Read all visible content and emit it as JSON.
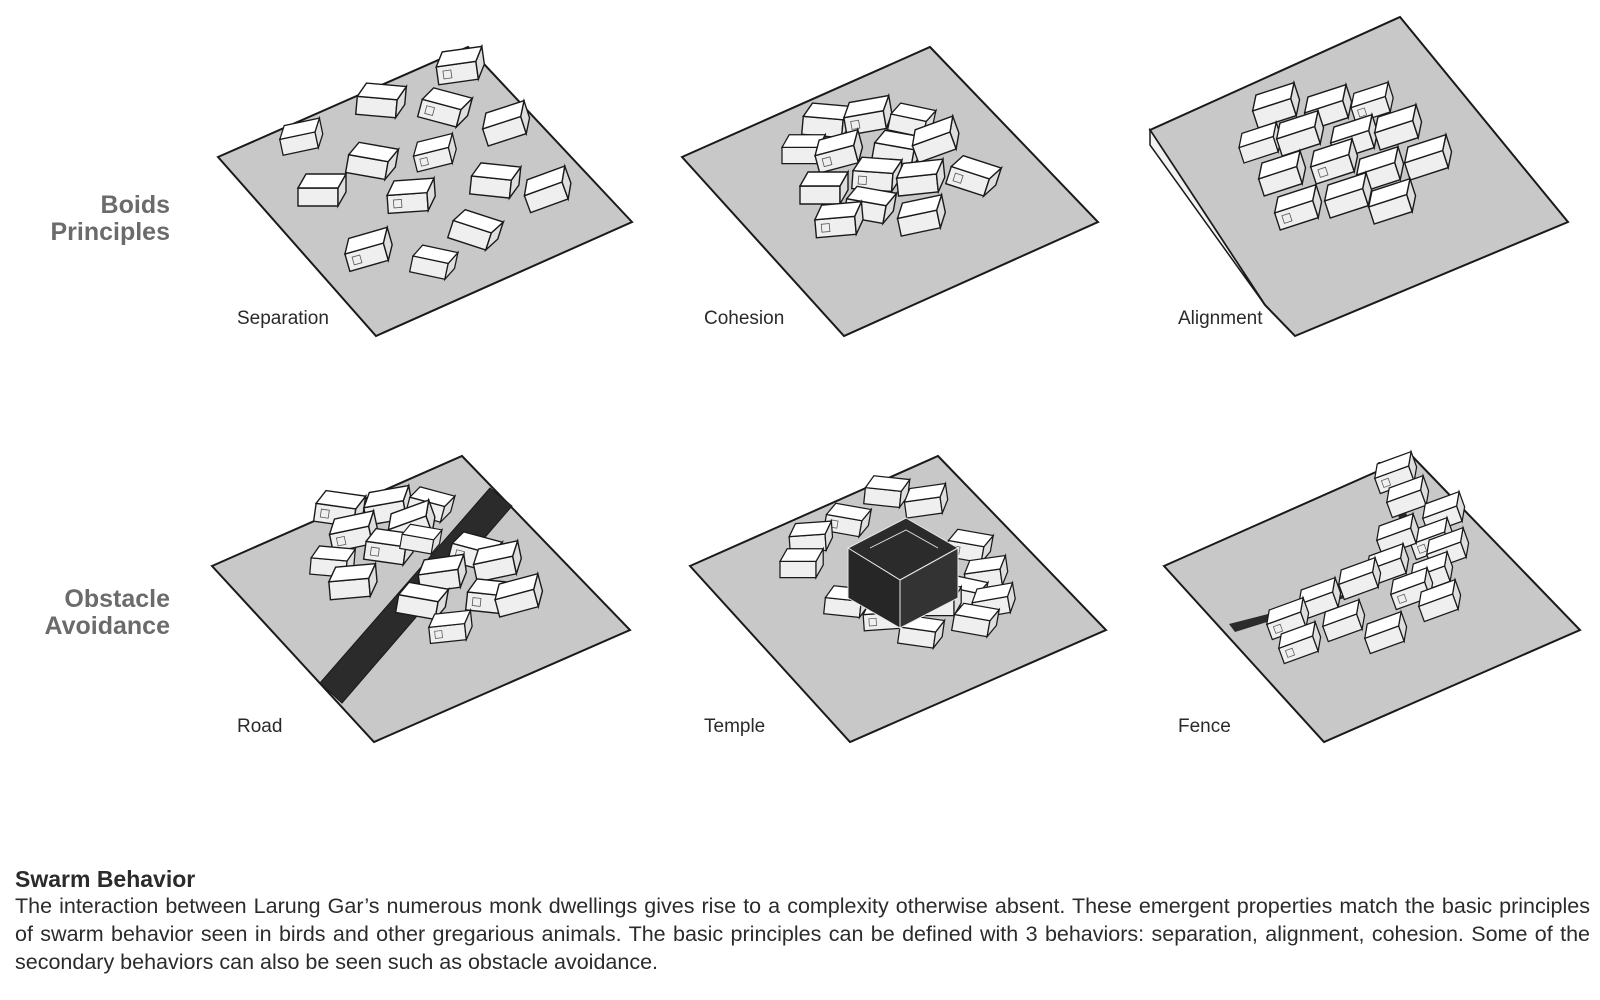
{
  "rows": [
    {
      "label_line1": "Boids",
      "label_line2": "Principles"
    },
    {
      "label_line1": "Obstacle",
      "label_line2": "Avoidance"
    }
  ],
  "panels": [
    {
      "label": "Separation",
      "obstacle": "none"
    },
    {
      "label": "Cohesion",
      "obstacle": "none"
    },
    {
      "label": "Alignment",
      "obstacle": "none"
    },
    {
      "label": "Road",
      "obstacle": "road"
    },
    {
      "label": "Temple",
      "obstacle": "temple"
    },
    {
      "label": "Fence",
      "obstacle": "fence"
    }
  ],
  "caption": {
    "title": "Swarm Behavior",
    "body": "The interaction between Larung Gar’s numerous monk dwellings gives rise to a complexity otherwise absent. These emergent properties match the basic principles of swarm behavior seen in birds and other gregarious animals. The basic principles can be defined with 3 behaviors: separation, alignment, cohesion. Some of the secondary behaviors can also be seen such as obstacle avoidance."
  },
  "colors": {
    "ground": "#c8c8c8",
    "house_roof": "#ffffff",
    "house_side": "#efefef",
    "obstacle": "#2b2b2b",
    "row_label": "#6b6b6b"
  }
}
